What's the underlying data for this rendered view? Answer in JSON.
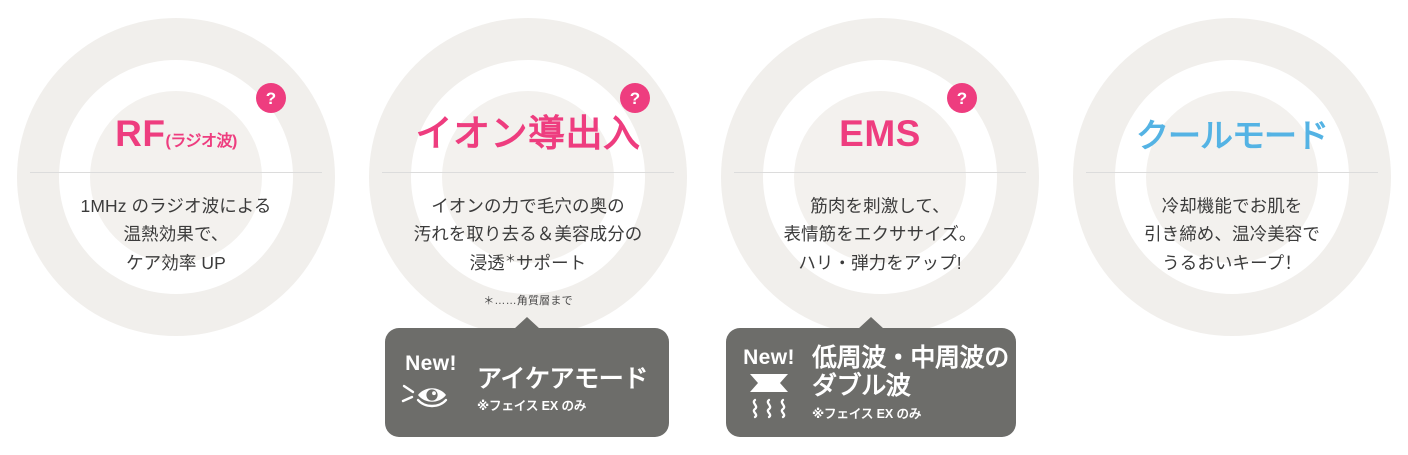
{
  "accent_pink": "#ee3d7f",
  "accent_blue": "#54b3e4",
  "badge_gray": "#6d6d6a",
  "ring_gray": "#f1efec",
  "help_icon_label": "?",
  "columns": [
    {
      "id": "rf",
      "title": "RF",
      "title_sub": "(ラジオ波)",
      "title_color": "pink",
      "has_help": true,
      "desc_lines": [
        "1MHz のラジオ波による",
        "温熱効果で、",
        "ケア効率 UP"
      ],
      "footnote": "",
      "new_badge": null
    },
    {
      "id": "ion",
      "title": "イオン導出入",
      "title_sub": "",
      "title_color": "pink",
      "has_help": true,
      "desc_lines": [
        "イオンの力で毛穴の奥の",
        "汚れを取り去る＆美容成分の",
        "浸透＊サポート"
      ],
      "footnote": "＊……角質層まで",
      "new_badge": {
        "new_label": "New!",
        "icon": "eye-icon",
        "main": "アイケアモード",
        "note": "※フェイス EX のみ"
      }
    },
    {
      "id": "ems",
      "title": "EMS",
      "title_sub": "",
      "title_color": "pink",
      "has_help": true,
      "desc_lines": [
        "筋肉を刺激して、",
        "表情筋をエクササイズ。",
        "ハリ・弾力をアップ!"
      ],
      "footnote": "",
      "new_badge": {
        "new_label": "New!",
        "icon": "wave-icon",
        "main": "低周波・中周波の\nダブル波",
        "main_line1": "低周波・中周波の",
        "main_line2": "ダブル波",
        "note": "※フェイス EX のみ"
      }
    },
    {
      "id": "cool",
      "title": "クールモード",
      "title_sub": "",
      "title_color": "blue",
      "has_help": false,
      "desc_lines": [
        "冷却機能でお肌を",
        "引き締め、温冷美容で",
        "うるおいキープ！"
      ],
      "footnote": "",
      "new_badge": null
    }
  ]
}
